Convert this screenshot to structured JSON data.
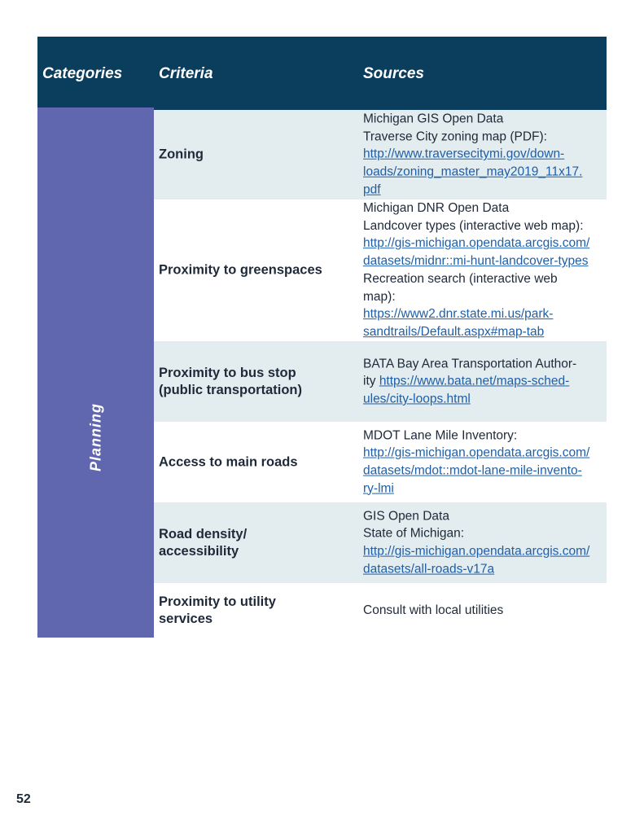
{
  "header": {
    "categories": "Categories",
    "criteria": "Criteria",
    "sources": "Sources"
  },
  "category": "Planning",
  "rows": [
    {
      "criteria": [
        "Zoning"
      ],
      "lines": [
        [
          {
            "t": "Michigan GIS Open Data"
          }
        ],
        [
          {
            "t": "Traverse City zoning map (PDF):"
          }
        ],
        [
          {
            "t": "http://www.traversecitymi.gov/down-",
            "l": 1
          }
        ],
        [
          {
            "t": "loads/zoning_master_may2019_11x17.",
            "l": 1
          }
        ],
        [
          {
            "t": "pdf",
            "l": 1
          }
        ]
      ]
    },
    {
      "criteria": [
        "Proximity to greenspaces"
      ],
      "lines": [
        [
          {
            "t": "Michigan DNR Open Data"
          }
        ],
        [
          {
            "t": "Landcover types (interactive web map):"
          }
        ],
        [
          {
            "t": "http://gis-michigan.opendata.arcgis.com/",
            "l": 1
          }
        ],
        [
          {
            "t": "datasets/midnr::mi-hunt-landcover-types",
            "l": 1
          }
        ],
        [
          {
            "t": "Recreation search (interactive web"
          }
        ],
        [
          {
            "t": "map):"
          }
        ],
        [
          {
            "t": "https://www2.dnr.state.mi.us/park-",
            "l": 1
          }
        ],
        [
          {
            "t": "sandtrails/Default.aspx#map-tab",
            "l": 1
          }
        ]
      ]
    },
    {
      "criteria": [
        "Proximity to bus stop",
        "(public transportation)"
      ],
      "lines": [
        [
          {
            "t": "BATA Bay Area Transportation Author-"
          }
        ],
        [
          {
            "t": "ity "
          },
          {
            "t": "https://www.bata.net/maps-sched-",
            "l": 1
          }
        ],
        [
          {
            "t": "ules/city-loops.html",
            "l": 1
          }
        ]
      ]
    },
    {
      "criteria": [
        "Access to main roads"
      ],
      "lines": [
        [
          {
            "t": "MDOT Lane Mile Inventory:"
          }
        ],
        [
          {
            "t": "http://gis-michigan.opendata.arcgis.com/",
            "l": 1
          }
        ],
        [
          {
            "t": "datasets/mdot::mdot-lane-mile-invento-",
            "l": 1
          }
        ],
        [
          {
            "t": "ry-lmi ",
            "l": 1
          }
        ]
      ]
    },
    {
      "criteria": [
        "Road density/",
        "accessibility"
      ],
      "lines": [
        [
          {
            "t": "GIS Open Data"
          }
        ],
        [
          {
            "t": "State of Michigan:"
          }
        ],
        [
          {
            "t": "http://gis-michigan.opendata.arcgis.com/",
            "l": 1
          }
        ],
        [
          {
            "t": "datasets/all-roads-v17a",
            "l": 1
          }
        ]
      ]
    },
    {
      "criteria": [
        "Proximity to utility",
        "services"
      ],
      "lines": [
        [
          {
            "t": "Consult with local utilities"
          }
        ]
      ]
    }
  ],
  "page_number": "52"
}
